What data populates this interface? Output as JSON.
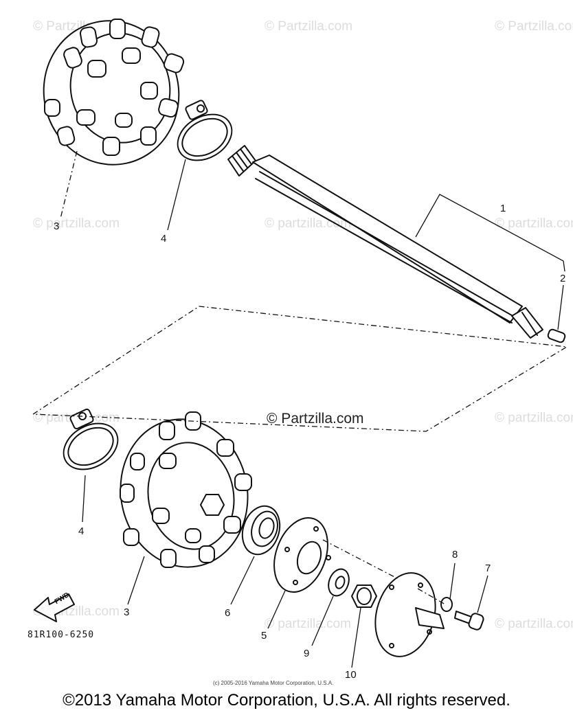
{
  "watermark": "© Partzilla.com",
  "watermark_lower": "© partzilla.com",
  "center_watermark": "© Partzilla.com",
  "callouts": {
    "shaft": "1",
    "plug": "2",
    "sprocket_top": "3",
    "band_top": "4",
    "band_bottom": "4",
    "sprocket_bottom": "3",
    "bearing": "6",
    "housing": "5",
    "washer": "9",
    "nut": "10",
    "lockwasher": "8",
    "bolt": "7"
  },
  "fwd_label": "FWD",
  "part_code": "81R100-6250",
  "small_copyright": "(c) 2005-2016 Yamaha Motor Corporation, U.S.A.",
  "footer": "©2013 Yamaha Motor Corporation, U.S.A. All rights reserved."
}
